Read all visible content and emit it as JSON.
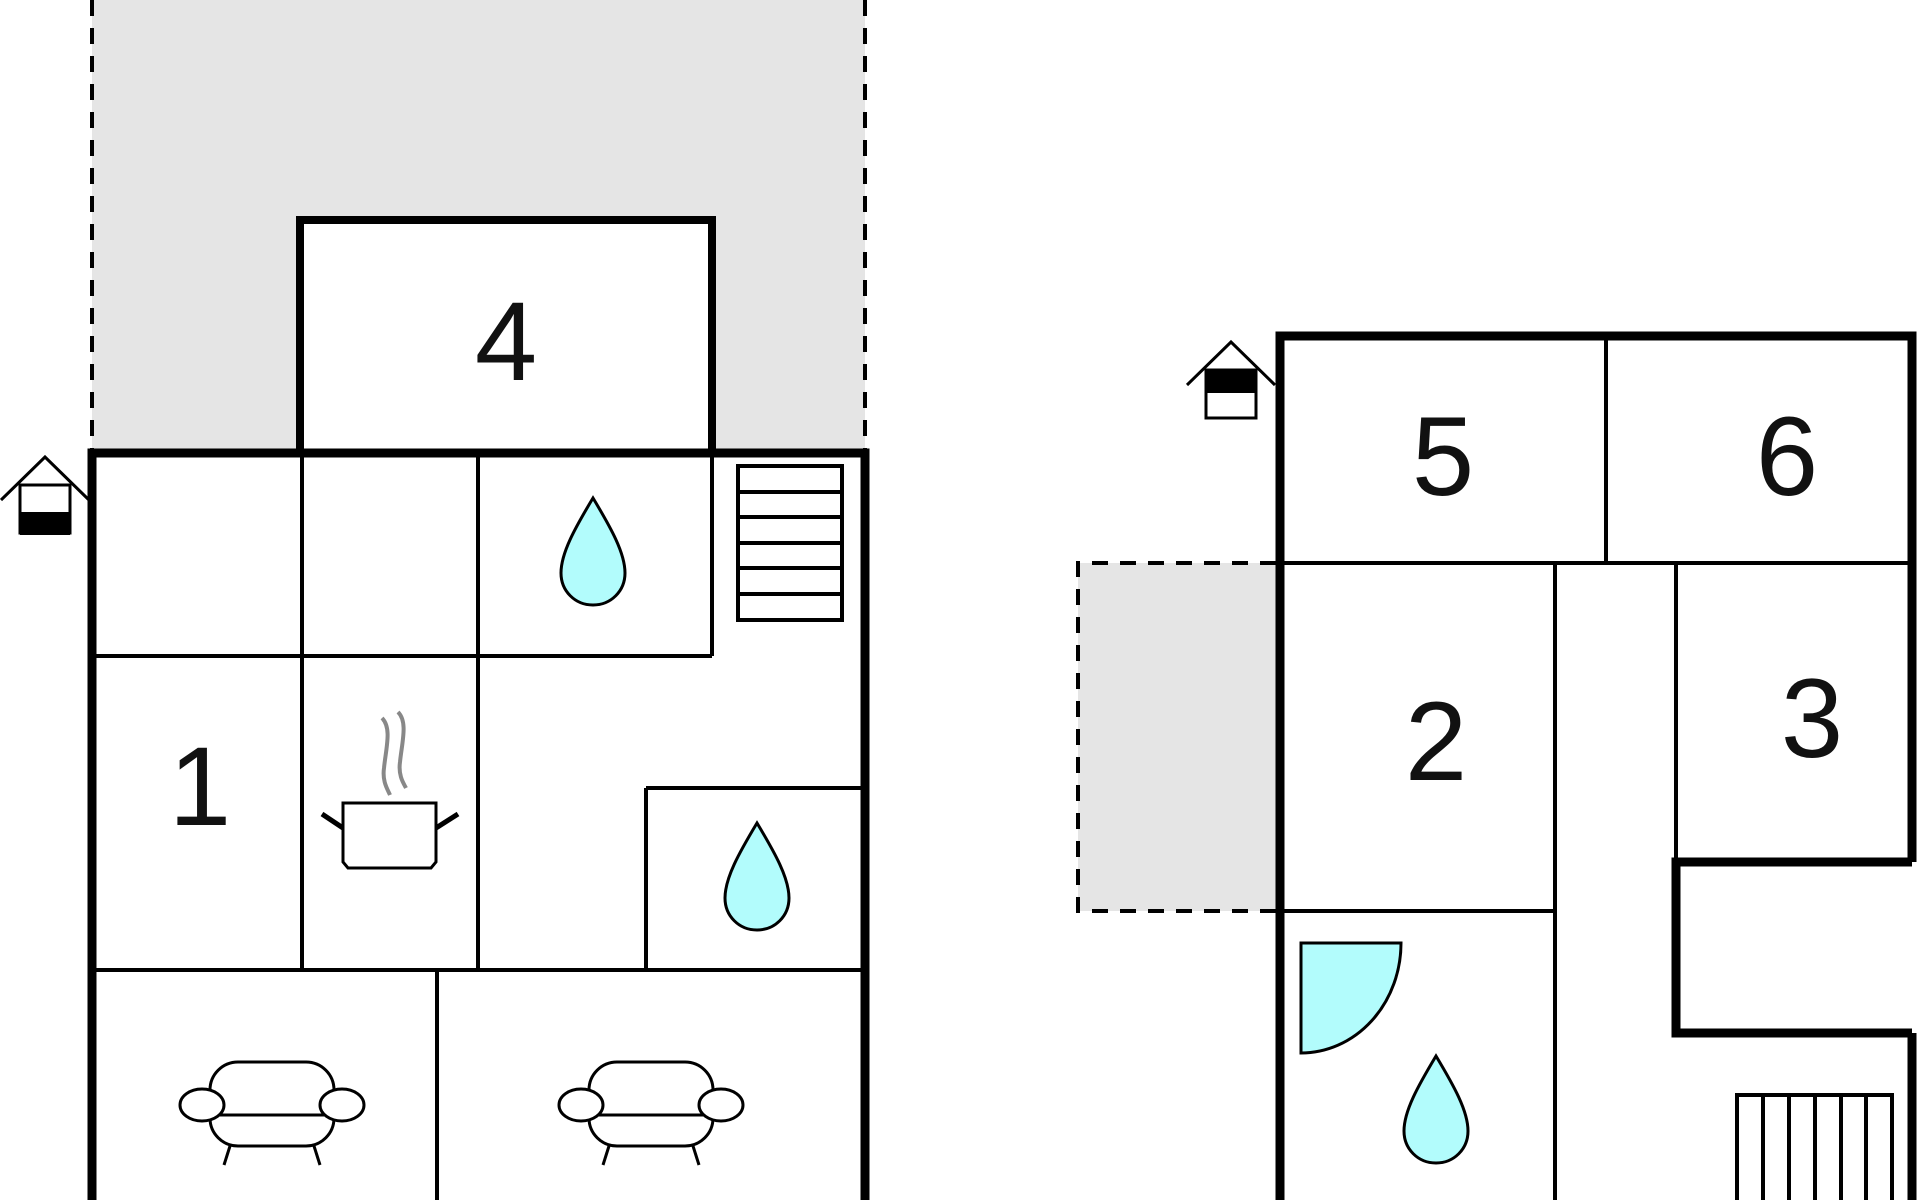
{
  "colors": {
    "wall": "#000000",
    "outdoor_area": "#e5e5e5",
    "water_fill": "#b2fcfc",
    "steam": "#888888",
    "background": "#ffffff"
  },
  "left_floor": {
    "rooms": {
      "r1": "1",
      "r4": "4"
    },
    "icons": [
      "entrance-icon",
      "stairs-icon",
      "bathroom-icon",
      "bathroom-icon",
      "kitchen-icon",
      "sofa-icon",
      "sofa-icon"
    ]
  },
  "right_floor": {
    "rooms": {
      "r2": "2",
      "r3": "3",
      "r5": "5",
      "r6": "6"
    },
    "icons": [
      "entrance-icon",
      "shower-icon",
      "bathroom-icon",
      "stairs-icon"
    ]
  }
}
